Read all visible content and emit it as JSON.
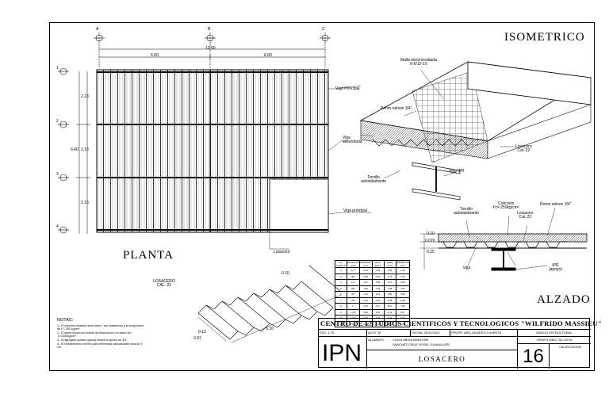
{
  "titles": {
    "plan": "PLANTA",
    "isometric": "ISOMETRICO",
    "elevation": "ALZADO"
  },
  "plan": {
    "axes_top": [
      "A",
      "B",
      "C"
    ],
    "axes_left": [
      "1",
      "2",
      "3",
      "4"
    ],
    "dims_top": [
      "6.00",
      "12.00",
      "6.00"
    ],
    "dims_left": [
      "2.13",
      "2.13",
      "2.13"
    ],
    "dim_total_left": "6.40",
    "labels": {
      "main_beam_top": "Viga Principal",
      "secondary_beam": "Viga secundaria",
      "main_beam_bottom": "Viga principal",
      "deck": "Losacero"
    }
  },
  "isometric_labels": {
    "mesh": "Malla electrosoldada\n6-6/10-10",
    "nelson": "Perno nelson ",
    "nelson_fraction": "3/4\"",
    "deck": "Losacero\nCal. 22",
    "ipr": "Viga IPR",
    "screw": "Tornillo\nautotaladrante"
  },
  "elevation_labels": {
    "screw": "Tornillo\nautotaladrante",
    "concrete": "Concreto\nf'c= 250kg/cm²",
    "deck": "Losacero\nCal. 22",
    "nelson": "Perno nelson ",
    "nelson_fraction": "3/4\"",
    "ipr": "IPR\n(apoyo)",
    "beam": "viga",
    "dims": [
      "0.10",
      "0.076",
      "0.25"
    ]
  },
  "deck_detail": {
    "title": "LOSACERO\nCAL. 22",
    "dims": [
      "0.10",
      "0.13",
      "0.91",
      "6.10"
    ]
  },
  "rebar_table": {
    "headers": [
      "No. VARILLA",
      "DIAMETRO (pulg)",
      "DIAMETRO (cm)",
      "PESO (kg/m)",
      "AREA (cm²)",
      "PERIMETRO (cm)"
    ],
    "rows": [
      [
        "2",
        "1/4\"",
        "0.64",
        "0.25",
        "0.32",
        "2.00"
      ],
      [
        "3",
        "3/8\"",
        "0.95",
        "0.56",
        "0.71",
        "2.99"
      ],
      [
        "4",
        "1/2\"",
        "1.27",
        "0.99",
        "1.27",
        "3.99"
      ],
      [
        "5",
        "5/8\"",
        "1.59",
        "1.55",
        "1.98",
        "4.99"
      ],
      [
        "6",
        "3/4\"",
        "1.91",
        "2.24",
        "2.85",
        "5.98"
      ],
      [
        "7",
        "7/8\"",
        "2.22",
        "3.04",
        "3.88",
        "6.98"
      ],
      [
        "8",
        "1\"",
        "2.54",
        "3.97",
        "5.07",
        "7.98"
      ],
      [
        "9",
        "1 1/8\"",
        "2.86",
        "5.03",
        "6.41",
        "8.97"
      ],
      [
        "10",
        "1 1/4\"",
        "3.18",
        "6.21",
        "7.92",
        "9.97"
      ],
      [
        "12",
        "1 1/2\"",
        "3.81",
        "8.94",
        "11.40",
        "11.97"
      ]
    ]
  },
  "notes": {
    "title": "NOTAS:",
    "items": [
      "1.- El concreto utilizado será clase 1 con resistencia a la compresión de f´C 250 kg/cm²",
      "2.- El acero tendrá un módulo de fluencia con un factor de f´y=4200kg/cm²",
      "3.- El agregado grueso (grava) tendrá un grosor de 3/4\"",
      "4.- El recubrimiento mínimo para elementos estructurales será de 3 cm"
    ]
  },
  "title_block": {
    "school": "CENTRO DE ESTUDIOS CIENTIFICOS Y TECNOLOGICOS \"WILFRIDO MASSIEU\"",
    "scale": "ESC: 1:75",
    "units": "ACOT: M",
    "date": "FECHA: 28/11/2022",
    "teacher": "PROFR: ARQ.GILBERTO HUERTA",
    "subject": "DIBUJO ESTRUCTURAL",
    "group": "GRUPO 5IM17 No.LISTA",
    "logo": "IPN",
    "students_label": "ALUMNOS:",
    "students": [
      "COLIN MEJIA MARLENE",
      "SANCHEZ CRUZ YISSEL GUADALUPE"
    ],
    "sheet_title": "LOSACERO",
    "number": "16",
    "grade_label": "CALIFICACION"
  }
}
